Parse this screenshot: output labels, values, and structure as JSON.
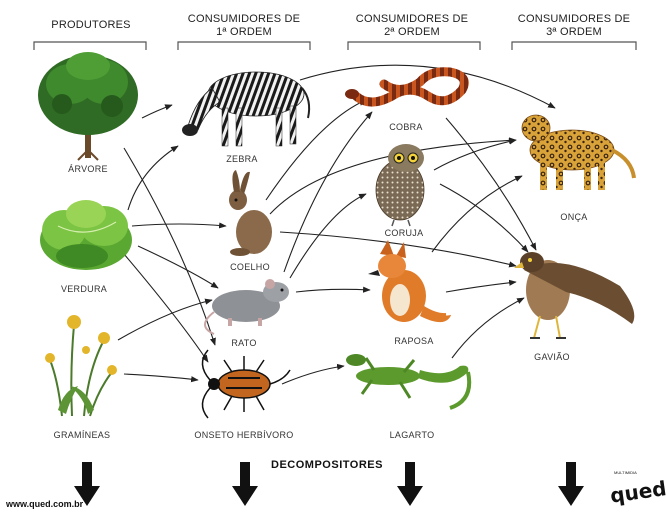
{
  "headers": {
    "producers": "PRODUTORES",
    "primary_line1": "CONSUMIDORES DE",
    "primary_line2": "1ª ORDEM",
    "secondary_line1": "CONSUMIDORES DE",
    "secondary_line2": "2ª ORDEM",
    "tertiary_line1": "CONSUMIDORES DE",
    "tertiary_line2": "3ª ORDEM"
  },
  "organisms": {
    "tree": "ÁRVORE",
    "vegetable": "VERDURA",
    "grasses": "GRAMÍNEAS",
    "zebra": "ZEBRA",
    "rabbit": "COELHO",
    "rat": "RATO",
    "insect": "ONSETO HERBÍVORO",
    "snake": "COBRA",
    "owl": "CORUJA",
    "fox": "RAPOSA",
    "lizard": "LAGARTO",
    "jaguar": "ONÇA",
    "hawk": "GAVIÃO"
  },
  "decomposers": "DECOMPOSITORES",
  "footer": {
    "website": "www.qued.com.br",
    "logo_text": "qued",
    "logo_small": "MULTIMIDIA"
  }
}
